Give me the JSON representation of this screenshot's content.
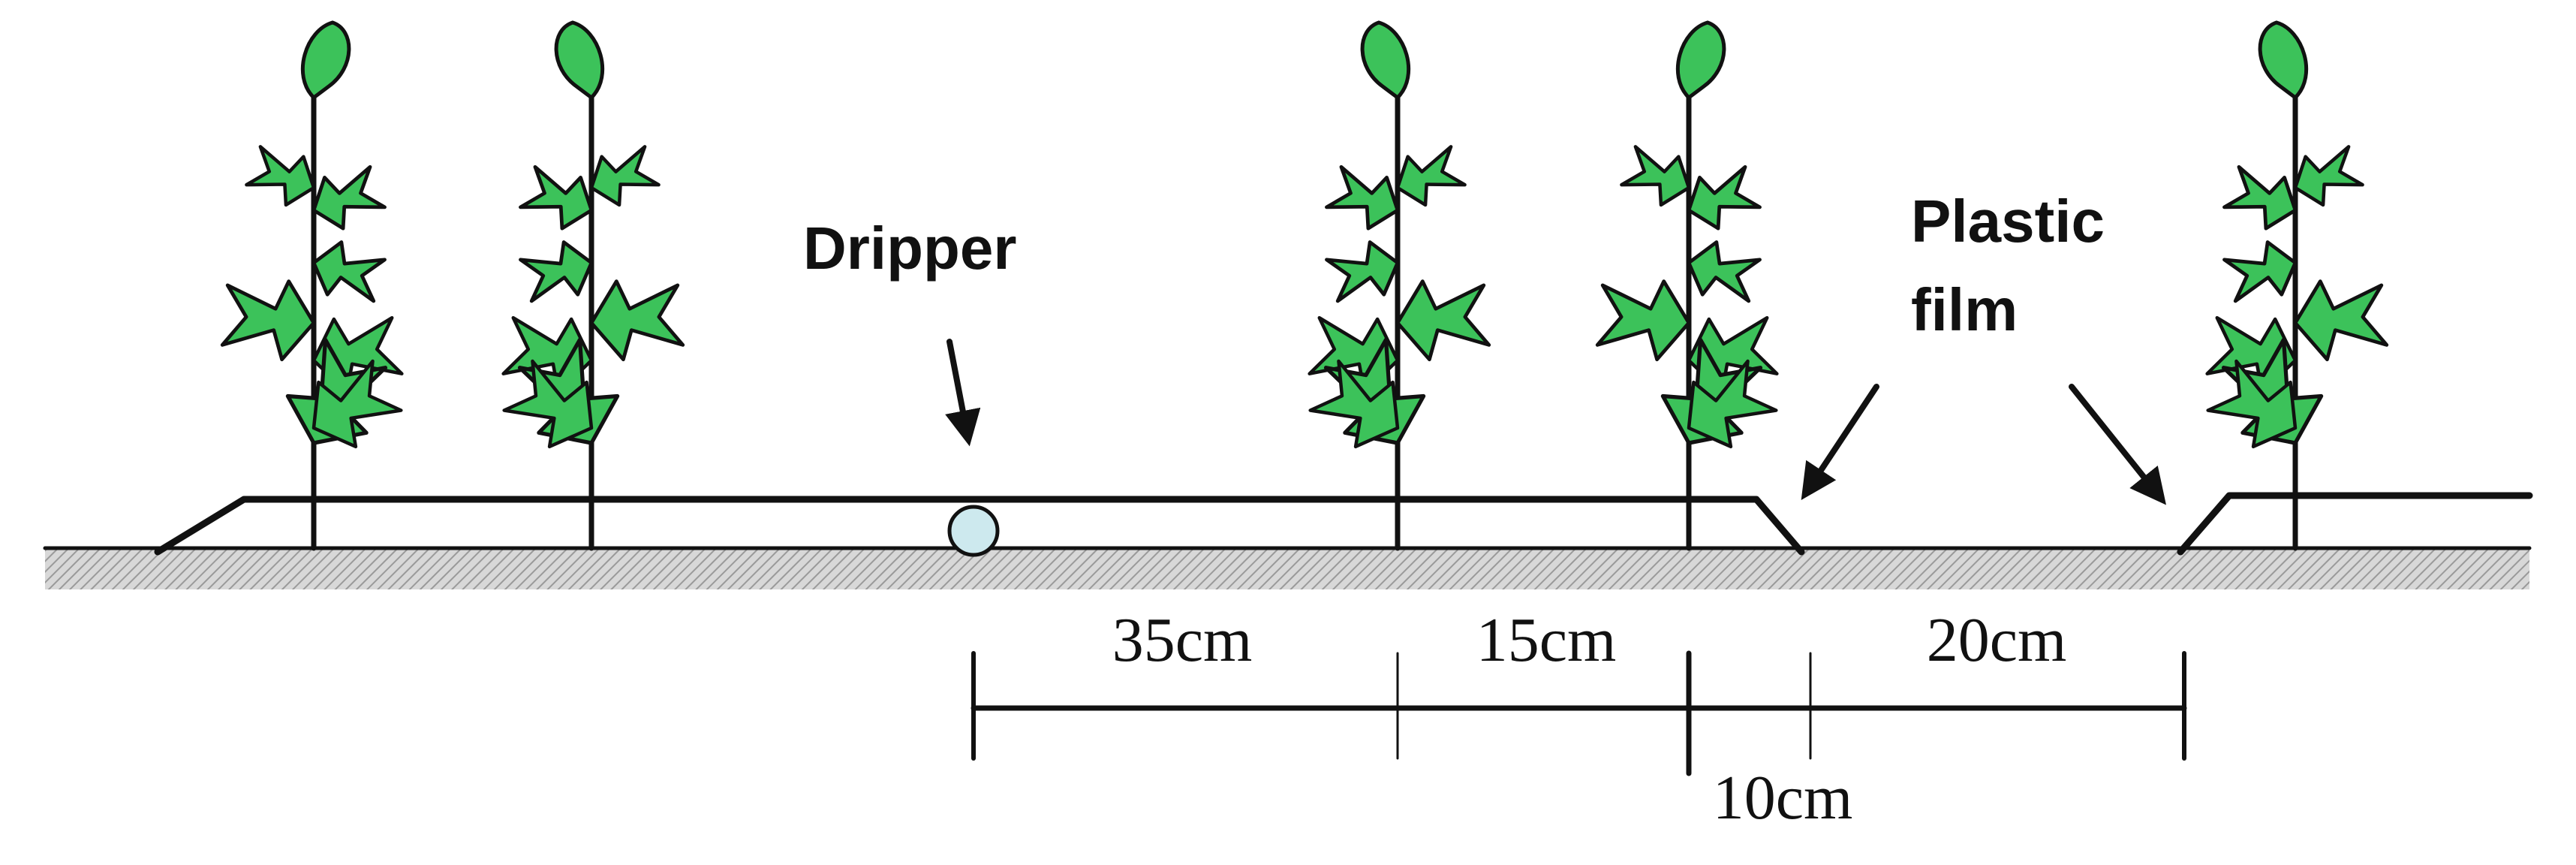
{
  "labels": {
    "dripper": "Dripper",
    "plastic_film_line1": "Plastic",
    "plastic_film_line2": "film"
  },
  "measurements": [
    {
      "id": "a",
      "text": "35cm"
    },
    {
      "id": "b",
      "text": "15cm"
    },
    {
      "id": "c",
      "text": "10cm"
    },
    {
      "id": "d",
      "text": "20cm"
    }
  ],
  "colors": {
    "leaf": "#3cc25a",
    "leaf_dark": "#2aa148",
    "dripper": "#cde9ee",
    "ground_hatch": "#b5b5b5",
    "ink": "#111111"
  }
}
